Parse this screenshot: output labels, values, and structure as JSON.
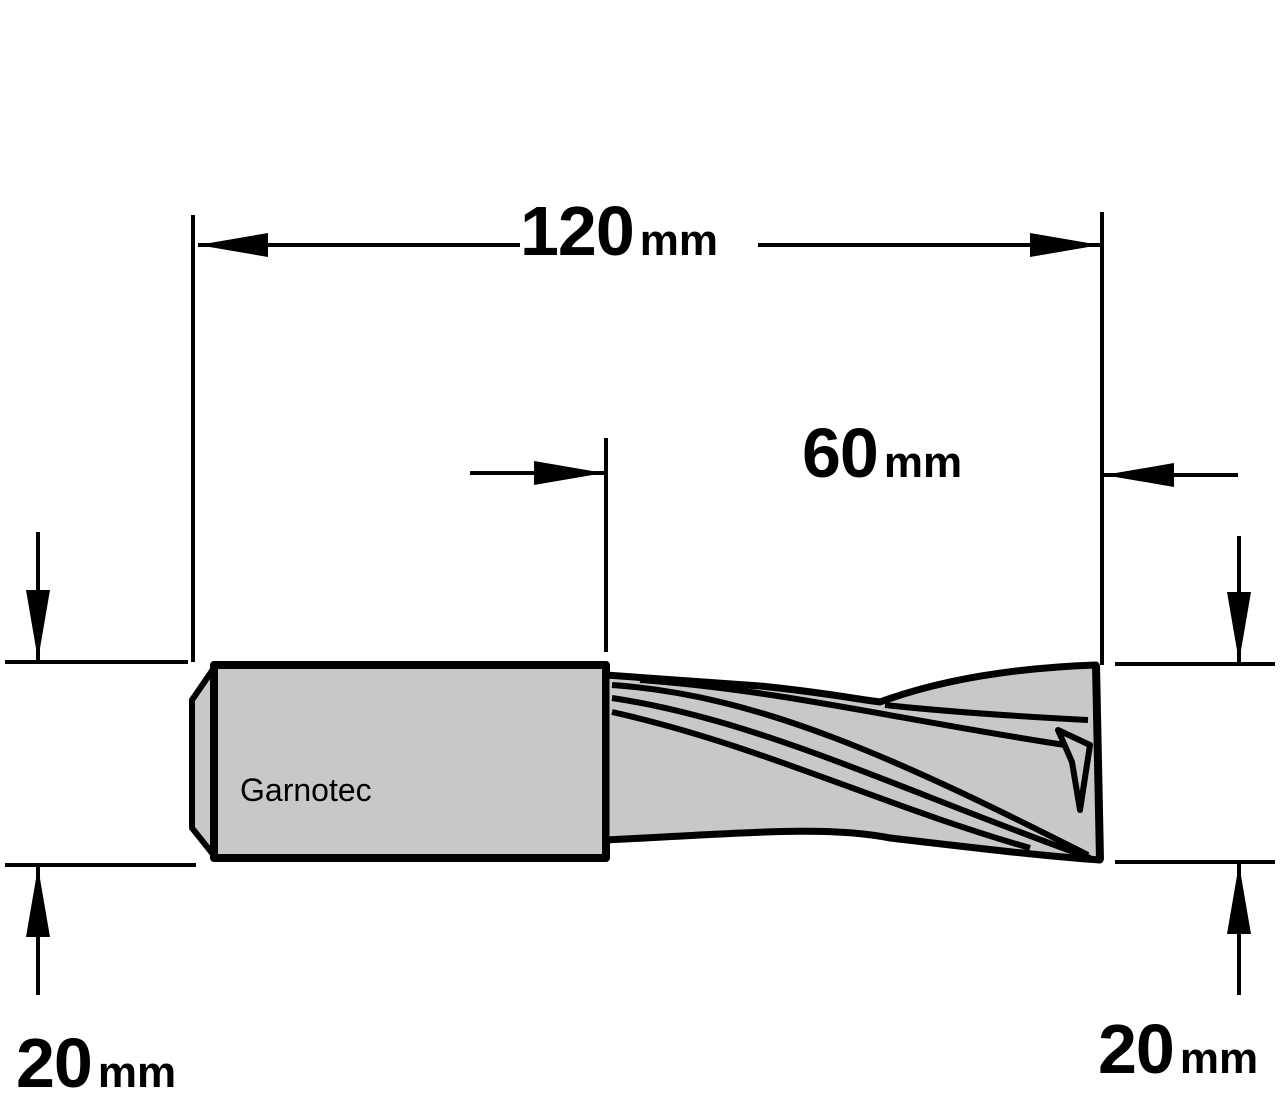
{
  "diagram": {
    "tool": {
      "brand_label": "Garnotec",
      "shank_fill": "#c8c8c8",
      "flute_fill": "#c8c8c8",
      "stroke": "#000000"
    },
    "dimensions": {
      "total_length": {
        "value": "120",
        "unit": "mm"
      },
      "cutting_length": {
        "value": "60",
        "unit": "mm"
      },
      "shank_diameter": {
        "value": "20",
        "unit": "mm"
      },
      "cutting_diameter": {
        "value": "20",
        "unit": "mm"
      }
    }
  }
}
